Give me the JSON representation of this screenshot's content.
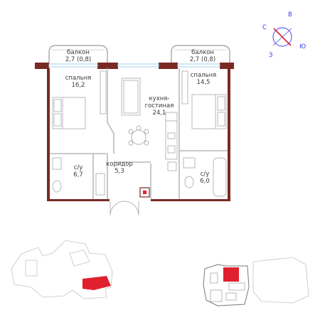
{
  "plan": {
    "rooms": [
      {
        "id": "balcony-left",
        "name": "балкон",
        "area": "2,7 (0,8)"
      },
      {
        "id": "balcony-right",
        "name": "балкон",
        "area": "2,7 (0,8)"
      },
      {
        "id": "bedroom-left",
        "name": "спальня",
        "area": "16,2"
      },
      {
        "id": "bedroom-right",
        "name": "спальня",
        "area": "14,5"
      },
      {
        "id": "kitchen-living",
        "name_line1": "кухня-",
        "name_line2": "гостиная",
        "area": "24,1"
      },
      {
        "id": "corridor",
        "name": "коридор",
        "area": "5,3"
      },
      {
        "id": "bathroom-left",
        "name": "с/у",
        "area": "6,7"
      },
      {
        "id": "bathroom-right",
        "name": "с/у",
        "area": "6,0"
      }
    ]
  },
  "compass": {
    "north": "С",
    "east": "В",
    "south": "Ю",
    "west": "З",
    "needle_color": "#e0202e",
    "ring_color": "#3a3af0"
  },
  "colors": {
    "wall": "#7a2a22",
    "highlight": "#e0202e",
    "window": "#9fd3ea"
  }
}
